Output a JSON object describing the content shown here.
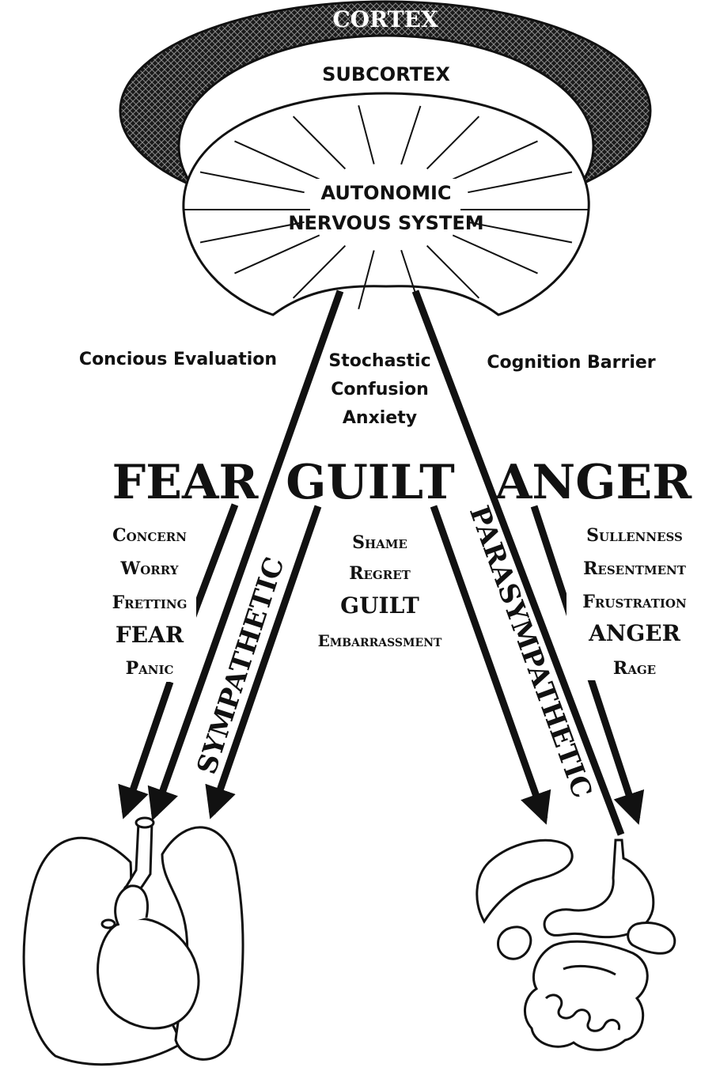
{
  "brain": {
    "cortex_label": "CORTEX",
    "subcortex_label": "SUBCORTEX",
    "ans_line1": "AUTONOMIC",
    "ans_line2": "NERVOUS SYSTEM"
  },
  "middle_labels": {
    "left": "Concious Evaluation",
    "center": [
      "Stochastic",
      "Confusion",
      "Anxiety"
    ],
    "right": "Cognition Barrier"
  },
  "emotions": {
    "fear": {
      "title": "FEAR",
      "scale": [
        "Concern",
        "Worry",
        "Fretting",
        "FEAR",
        "Panic"
      ]
    },
    "guilt": {
      "title": "GUILT",
      "scale": [
        "Shame",
        "Regret",
        "GUILT",
        "Embarrassment"
      ]
    },
    "anger": {
      "title": "ANGER",
      "scale": [
        "Sullenness",
        "Resentment",
        "Frustration",
        "ANGER",
        "Rage"
      ]
    }
  },
  "pathways": {
    "sympathetic": "SYMPATHETIC",
    "parasympathetic": "PARASYMPATHETIC"
  },
  "colors": {
    "ink": "#111111",
    "paper": "#ffffff",
    "hatch": "#555555"
  }
}
